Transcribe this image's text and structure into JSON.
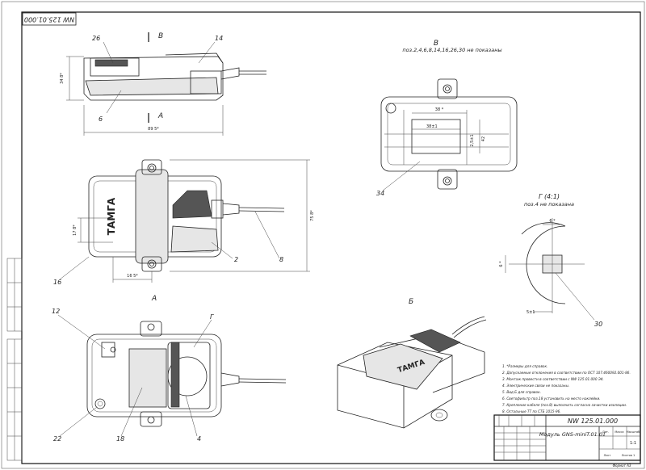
{
  "drawing": {
    "designation": "NW 125.01.000",
    "designation_rotated": "NW 125.01.000",
    "title": "Модуль GNS-miniT.01.01",
    "sheet_format": "Формат А3",
    "stamp_cells": [
      "Лит.",
      "Масса",
      "Масштаб",
      "Лист",
      "Листов 1"
    ],
    "stamp_values": [
      "",
      "",
      "1:1"
    ]
  },
  "views": {
    "view_b_title": "В",
    "view_b_note": "поз.2,4,6,8,14,16,26,30 не показаны",
    "view_g_title": "Г (4:1)",
    "view_g_note": "поз.4 не показана",
    "view_a_title": "А",
    "view_bb_title": "Б",
    "cut_b_top": "В",
    "cut_a_bottom": "А"
  },
  "dimensions": {
    "top_height": "34 8*",
    "top_width": "89 5*",
    "side_height": "75 8*",
    "side_small": "17 8*",
    "side_bottom": "16 5*",
    "vb_width": "38 *",
    "vb_inner": "38±1",
    "vb_right": "42",
    "vb_small": "2,5±1",
    "g_top": "6 *",
    "g_left": "6 *",
    "g_bottom": "5±1"
  },
  "positions": {
    "p26": "26",
    "p14": "14",
    "p6": "6",
    "p34": "34",
    "p2": "2",
    "p8": "8",
    "p16": "16",
    "p12": "12",
    "p30": "30",
    "pG": "Г",
    "p22": "22",
    "p18": "18",
    "p4": "4"
  },
  "product_label": "ТАМГА",
  "notes": [
    "1. *Размеры для справок.",
    "2. Допускаемые отклонения в соответствии по ОСТ 107.460092.001-86.",
    "3. Монтаж провести в соответствии с NW 125.01.000 Э4.",
    "4. Электрические связи не показаны.",
    "5. Вид Б для справок.",
    "6. Светофильтр поз.18 установить на место наклейки.",
    "7. Крепление кабеля (поз.8) выполнить согласно зачистки изоляции.",
    "8. Остальные ТТ по СТБ 1015-96."
  ],
  "colors": {
    "line": "#222222",
    "paper": "#ffffff",
    "shade": "#e6e6e6"
  }
}
